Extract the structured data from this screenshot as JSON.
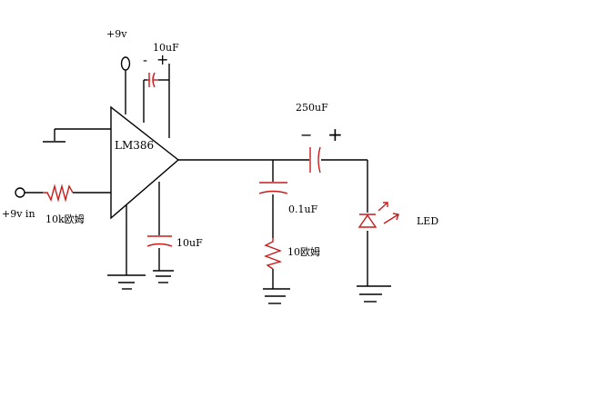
{
  "labels": {
    "supply": "+9v",
    "input": "+9v in",
    "chip": "LM386",
    "cap_top": "10uF",
    "resistor_in": "10k欧姆",
    "cap_bottom": "10uF",
    "cap_out": "250uF",
    "cap_zobel": "0.1uF",
    "resistor_zobel": "10欧姆",
    "led": "LED"
  },
  "polarity": {
    "top_minus": "-",
    "top_plus": "+",
    "out_minus": "−",
    "out_plus": "+"
  },
  "colors": {
    "wire": "#000000",
    "component": "#cc1a1a"
  }
}
